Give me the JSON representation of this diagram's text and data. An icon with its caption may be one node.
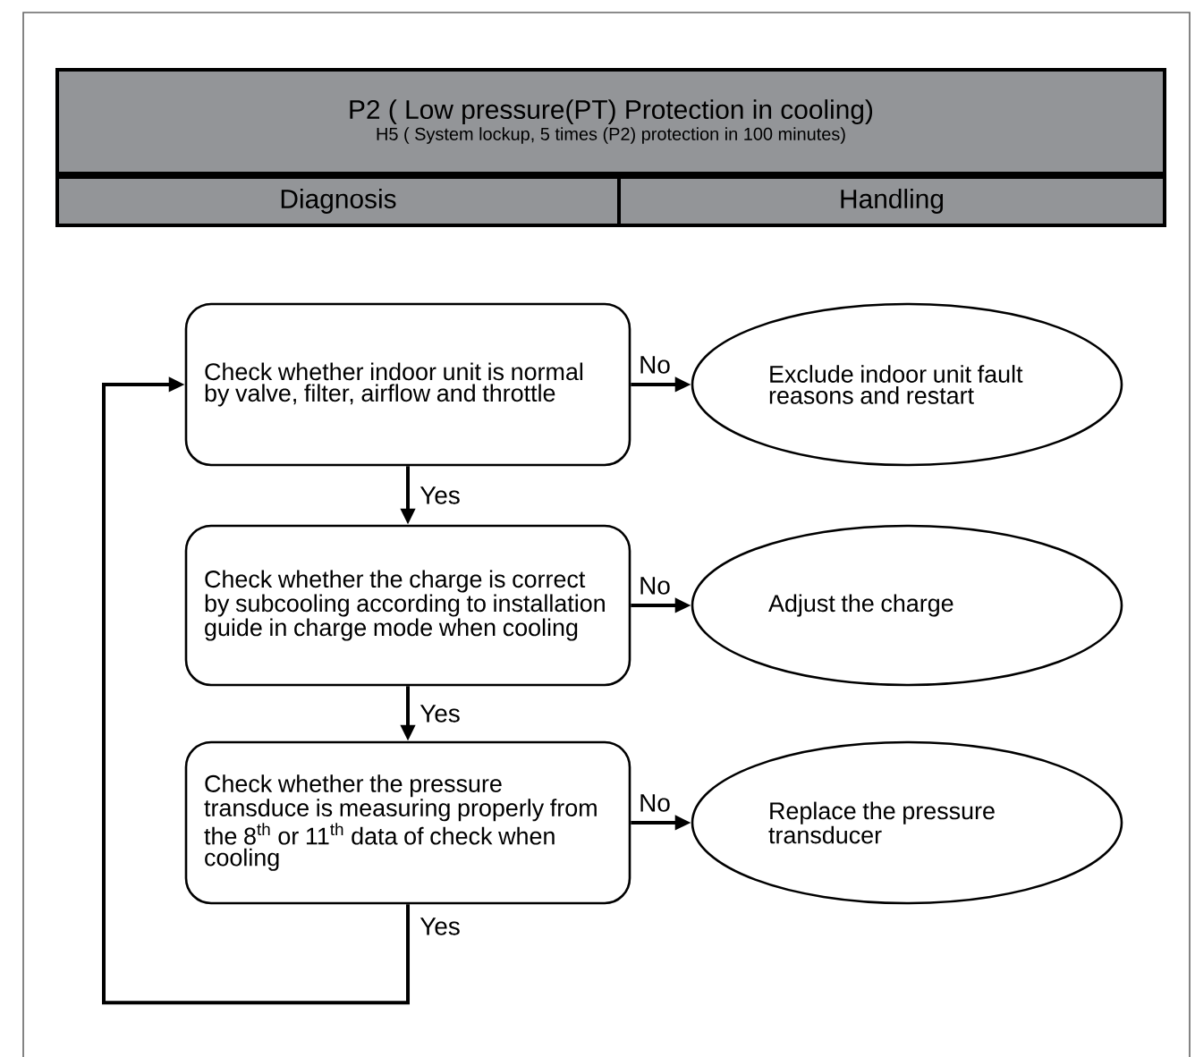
{
  "diagram": {
    "nodes": [
      {
        "text": [
          "P2 ( Low pressure(PT) Protection in cooling)",
          "H5 ( System lockup, 5 times (P2) protection in 100 minutes)"
        ]
      },
      {
        "text": [
          "Diagnosis"
        ]
      },
      {
        "text": [
          "Handling"
        ]
      },
      {
        "text": [
          "Check whether indoor unit is normal by valve, filter, airflow and throttle"
        ]
      },
      {
        "text": [
          "Exclude indoor unit fault reasons and restart"
        ]
      },
      {
        "text": [
          "Check whether the charge is correct by subcooling according to installation guide in charge mode when cooling"
        ]
      },
      {
        "text": [
          "Adjust the charge"
        ]
      },
      {
        "text": [
          "Check whether the pressure transduce is measuring properly from the 8$^{th}$ or 11$^{th}$ data of check when cooling"
        ]
      },
      {
        "text": [
          "Replace the pressure transducer"
        ]
      }
    ],
    "edges": [
      {
        "from": 3,
        "to": 4,
        "arrow": "to",
        "label": "No"
      },
      {
        "from": 3,
        "to": 5,
        "arrow": "to",
        "label": "Yes"
      },
      {
        "from": 5,
        "to": 6,
        "arrow": "to",
        "label": "No"
      },
      {
        "from": 5,
        "to": 7,
        "arrow": "to",
        "label": "Yes"
      },
      {
        "from": 7,
        "to": 8,
        "arrow": "to",
        "label": "No"
      },
      {
        "from": 7,
        "to": 3,
        "arrow": "to",
        "label": "Yes"
      }
    ]
  }
}
